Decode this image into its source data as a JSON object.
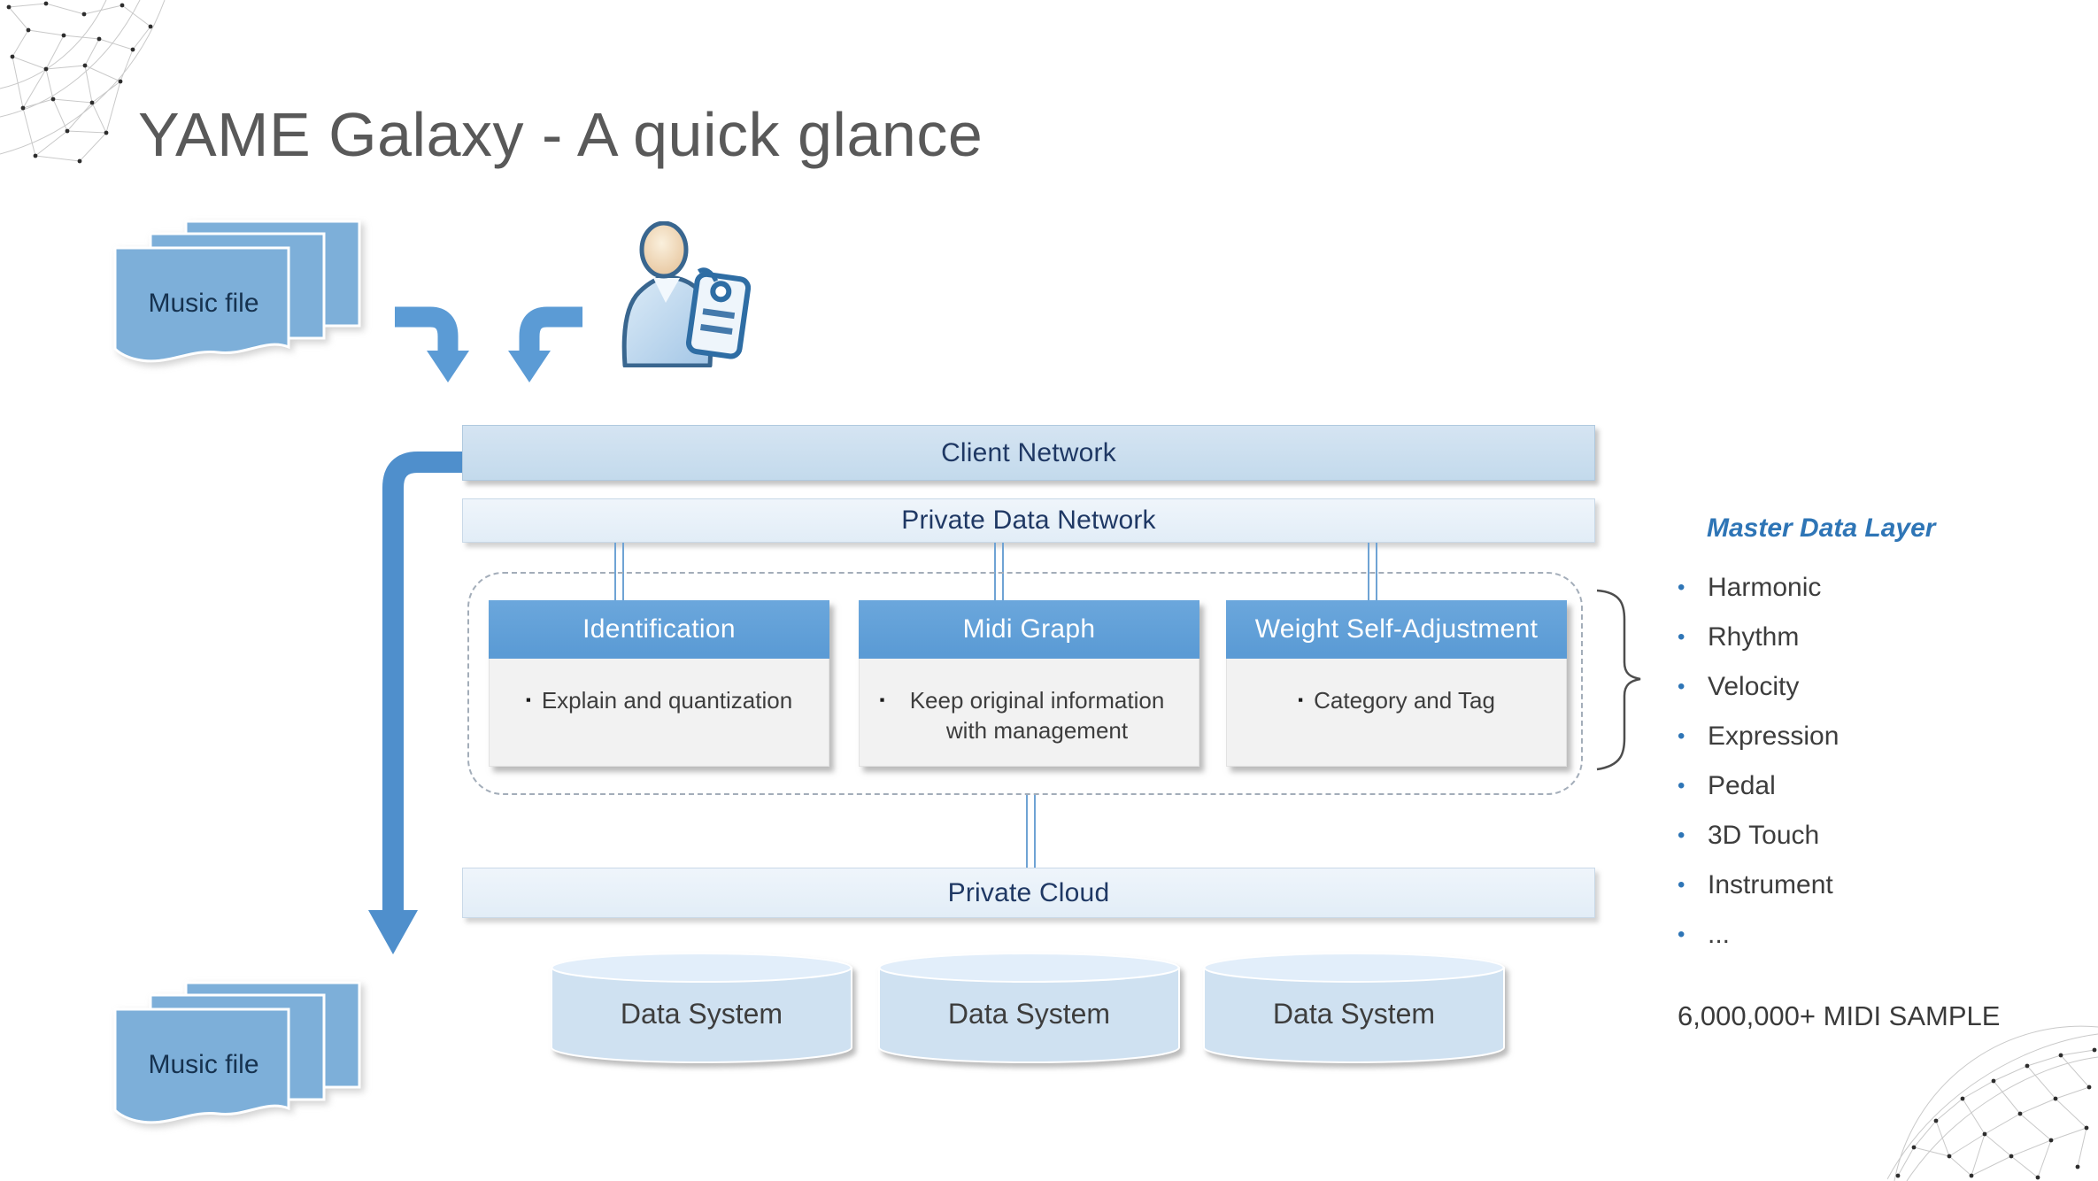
{
  "title": "YAME Galaxy - A quick glance",
  "flow": {
    "music_file_top": {
      "label": "Music file"
    },
    "music_file_bottom": {
      "label": "Music file"
    },
    "bars": {
      "client_network": "Client Network",
      "private_data_network": "Private Data Network",
      "private_cloud": "Private Cloud"
    },
    "modules": [
      {
        "title": "Identification",
        "bullet": "Explain and quantization"
      },
      {
        "title": "Midi Graph",
        "bullet": "Keep original information with management"
      },
      {
        "title": "Weight Self-Adjustment",
        "bullet": "Category and Tag"
      }
    ],
    "data_systems": [
      "Data System",
      "Data System",
      "Data System"
    ]
  },
  "master_data_layer": {
    "heading": "Master Data Layer",
    "items": [
      "Harmonic",
      "Rhythm",
      "Velocity",
      "Expression",
      "Pedal",
      "3D Touch",
      "Instrument",
      "..."
    ],
    "footnote": "6,000,000+ MIDI SAMPLE"
  },
  "icons": {
    "square_bullet": "▪",
    "round_bullet": "•"
  },
  "colors": {
    "accent_blue": "#5b9bd5",
    "bar_blue": "#c3daec",
    "bar_pale_blue": "#e9f1f8",
    "module_header_blue": "#5b9bd5",
    "module_body_gray": "#f2f2f2",
    "navy_text": "#1f3864",
    "master_heading_blue": "#2e75b6",
    "arrow_blue": "#4f8fcc",
    "cylinder_blue": "#cfe1f1",
    "title_gray": "#595959"
  }
}
